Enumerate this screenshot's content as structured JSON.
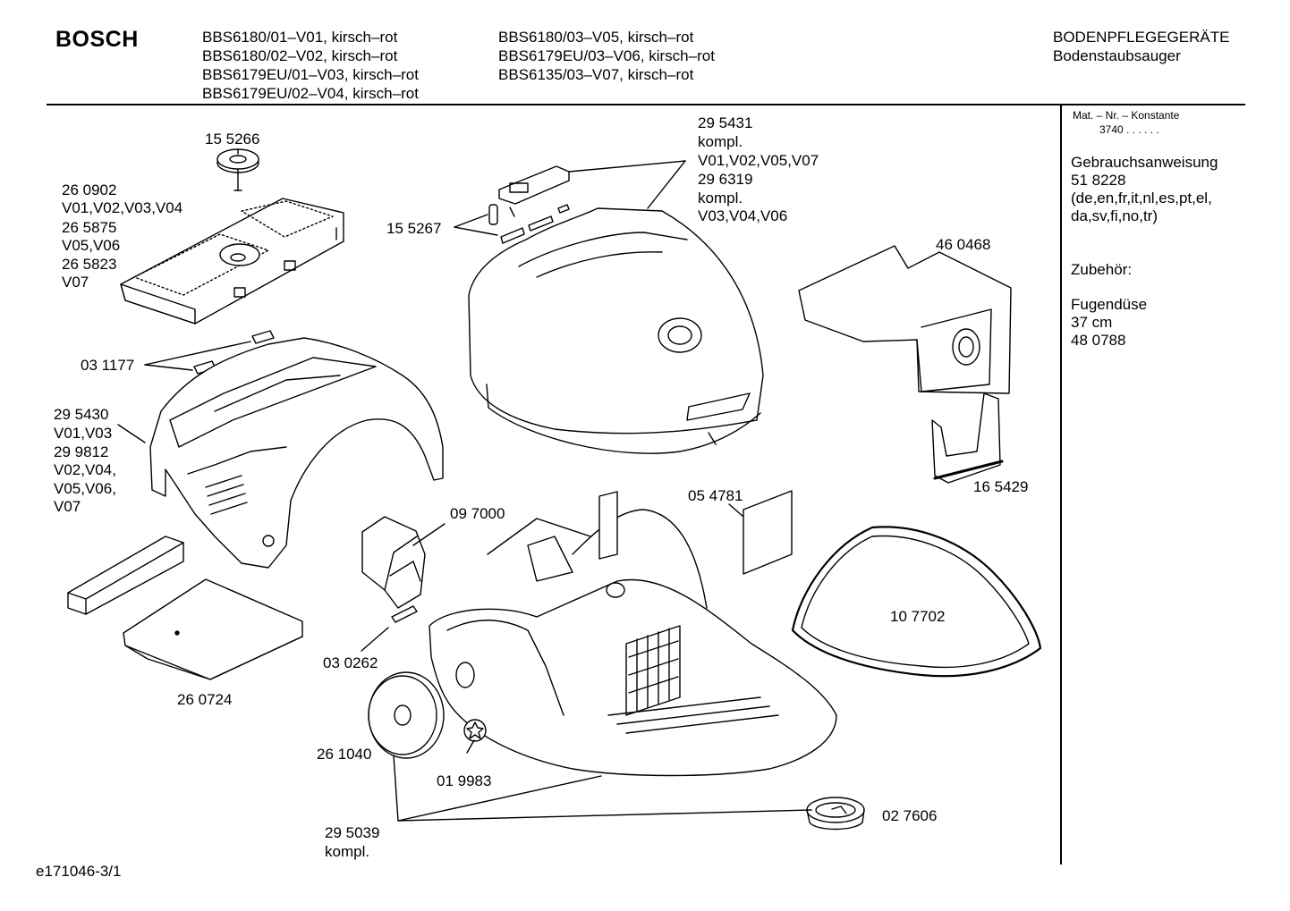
{
  "header": {
    "brand": "BOSCH",
    "models_col1": [
      "BBS6180/01–V01, kirsch–rot",
      "BBS6180/02–V02, kirsch–rot",
      "BBS6179EU/01–V03, kirsch–rot",
      "BBS6179EU/02–V04, kirsch–rot"
    ],
    "models_col2": [
      "BBS6180/03–V05, kirsch–rot",
      "BBS6179EU/03–V06, kirsch–rot",
      "BBS6135/03–V07, kirsch–rot"
    ],
    "category": "BODENPFLEGEGERÄTE",
    "subcategory": "Bodenstaubsauger"
  },
  "sidebar": {
    "mat_nr_label": "Mat. – Nr. – Konstante",
    "mat_nr_value": "3740 . . . . . .",
    "manual_title": "Gebrauchsanweisung",
    "manual_number": "51 8228",
    "manual_langs_1": "(de,en,fr,it,nl,es,pt,el,",
    "manual_langs_2": "da,sv,fi,no,tr)",
    "accessories_title": "Zubehör:",
    "accessory_name": "Fugendüse",
    "accessory_size": "37 cm",
    "accessory_number": "48 0788"
  },
  "parts": {
    "p155266": "15 5266",
    "p260902": [
      "26 0902",
      "V01,V02,V03,V04",
      "26 5875",
      "V05,V06",
      "26 5823",
      "V07"
    ],
    "p155267": "15 5267",
    "p295431": [
      "29 5431",
      "kompl.",
      "V01,V02,V05,V07",
      "29 6319",
      "kompl.",
      "V03,V04,V06"
    ],
    "p460468": "46 0468",
    "p031177": "03 1177",
    "p295430": [
      "29 5430",
      "V01,V03",
      "29 9812",
      "V02,V04,",
      "V05,V06,",
      "V07"
    ],
    "p165429": "16 5429",
    "p054781": "05 4781",
    "p097000": "09 7000",
    "p107702": "10 7702",
    "p030262": "03 0262",
    "p260724": "26 0724",
    "p261040": "26 1040",
    "p019983": "01 9983",
    "p295039": [
      "29 5039",
      "kompl."
    ],
    "p027606": "02 7606"
  },
  "footer": "e171046-3/1"
}
